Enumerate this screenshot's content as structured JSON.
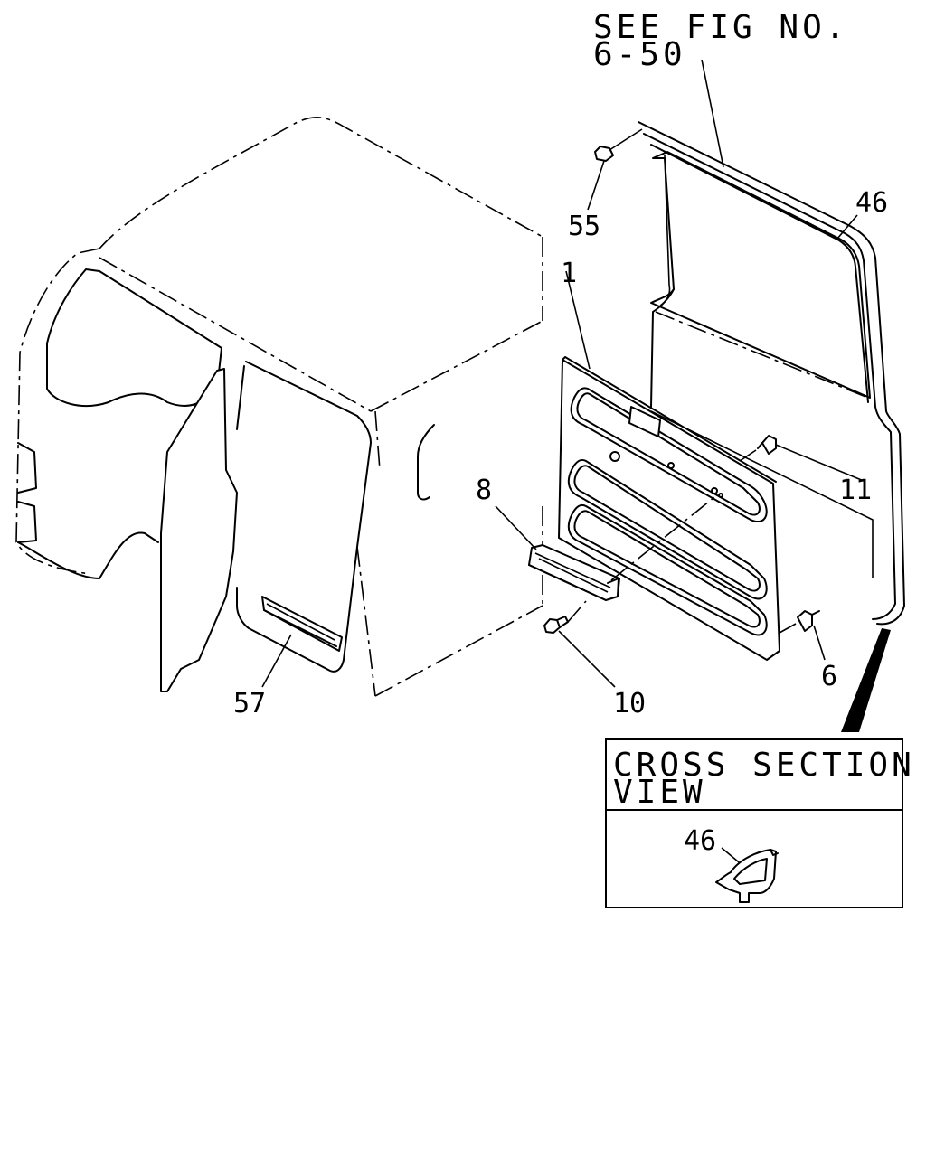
{
  "reference_note": {
    "line1": "SEE FIG NO.",
    "line2": "6-50"
  },
  "callouts": {
    "c55": "55",
    "c46": "46",
    "c1": "1",
    "c11": "11",
    "c8": "8",
    "c6": "6",
    "c10": "10",
    "c57": "57"
  },
  "cross_section": {
    "title_line1": "CROSS SECTION",
    "title_line2": "VIEW",
    "part_label": "46"
  }
}
